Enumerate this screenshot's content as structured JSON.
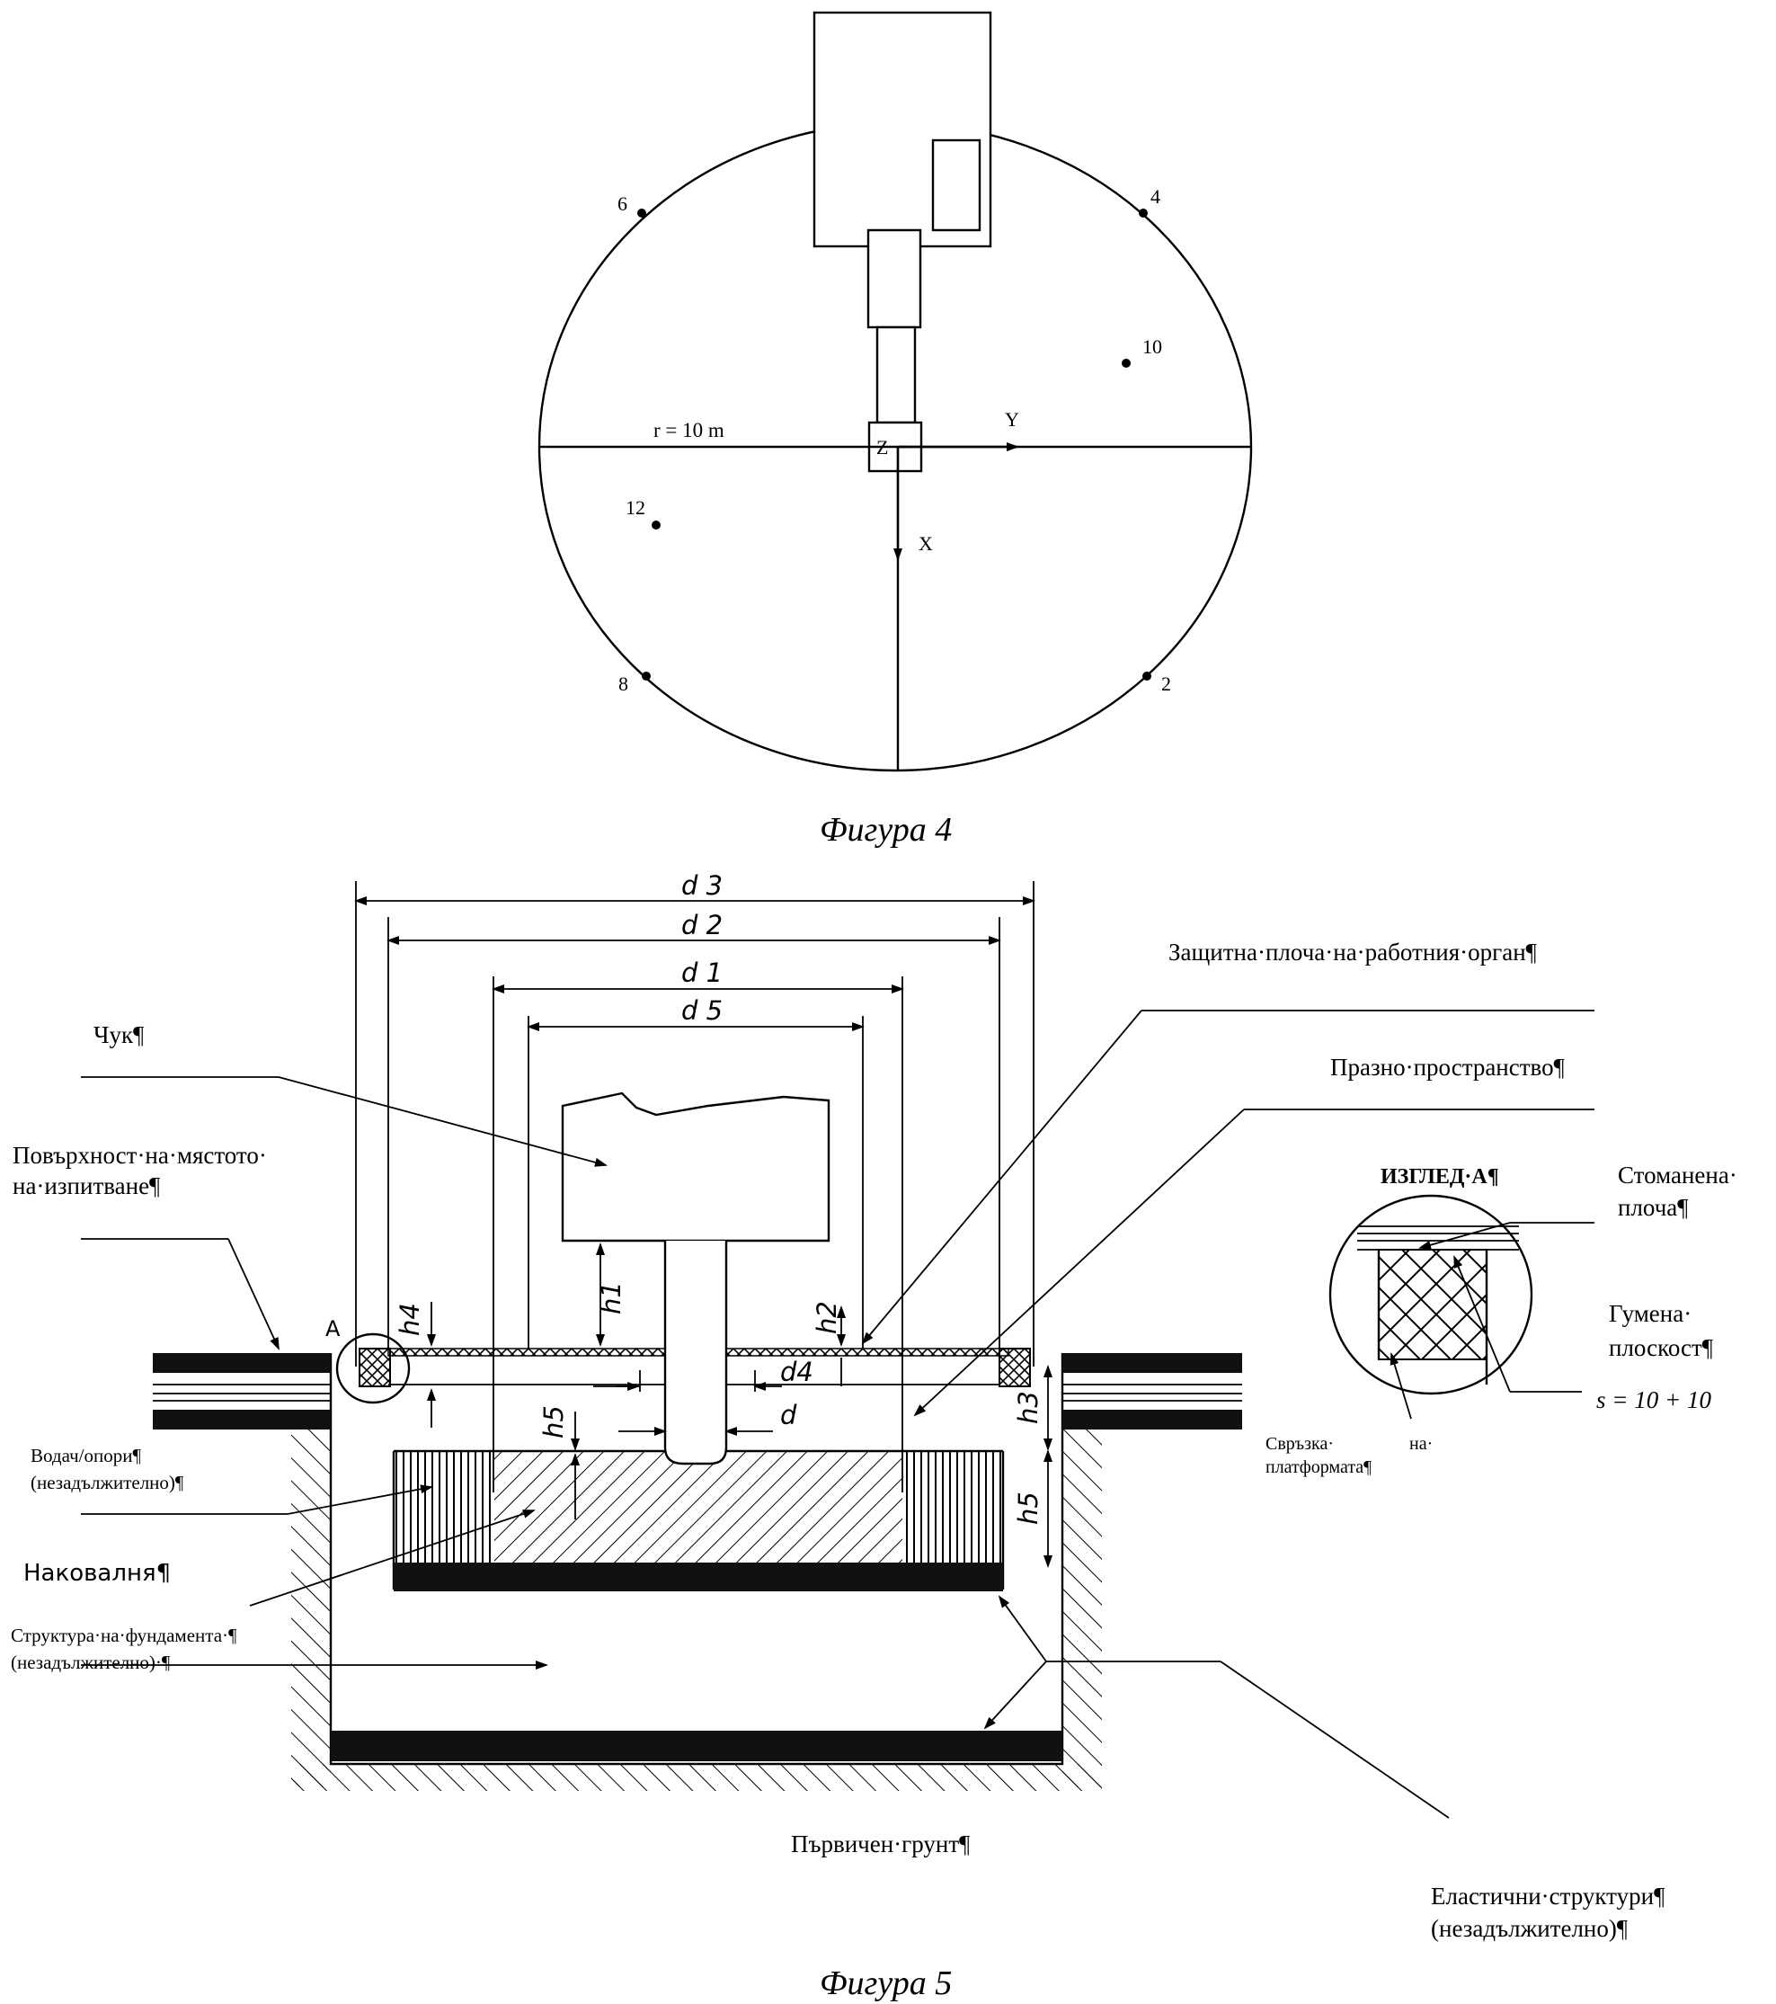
{
  "figure4": {
    "caption": "Фигура 4",
    "radius_label": "r = 10 m",
    "axes": {
      "x": "X",
      "y": "Y",
      "z": "Z"
    },
    "points": [
      "2",
      "4",
      "6",
      "8",
      "10",
      "12"
    ]
  },
  "figure5": {
    "caption": "Фигура 5",
    "dimensions": {
      "d1": "d 1",
      "d2": "d 2",
      "d3": "d 3",
      "d4": "d4",
      "d5": "d 5",
      "d": "d",
      "h1": "h1",
      "h2": "h2",
      "h3": "h3",
      "h4": "h4",
      "h5_left": "h5",
      "h5_right": "h5"
    },
    "labels": {
      "hammer": "Чук¶",
      "test_surface": "Повърхност·на·мястото·",
      "test_surface_2": "на·изпитване¶",
      "guide": "Водач/опори¶",
      "guide_2": "(незадължително)¶",
      "anvil": "Наковалня¶",
      "foundation": "Структура·на·фундамента·¶",
      "foundation_2": "(незадължително)·¶",
      "protective_plate": "Защитна·плоча·на·работния·орган¶",
      "void": "Празно·пространство¶",
      "view_a_title": "ИЗГЛЕД·А¶",
      "steel_plate": "Стоманена·",
      "steel_plate_2": "плоча¶",
      "rubber": "Гумена·",
      "rubber_2": "плоскост¶",
      "s_value": "s = 10 + 10",
      "bond_1": "Свръзка·",
      "bond_1b": "на·",
      "bond_2": "платформата¶",
      "primary_soil": "Първичен·грунт¶",
      "elastic": "Еластични·структури¶",
      "elastic_2": "(незадължително)¶",
      "detail_marker": "A"
    }
  }
}
